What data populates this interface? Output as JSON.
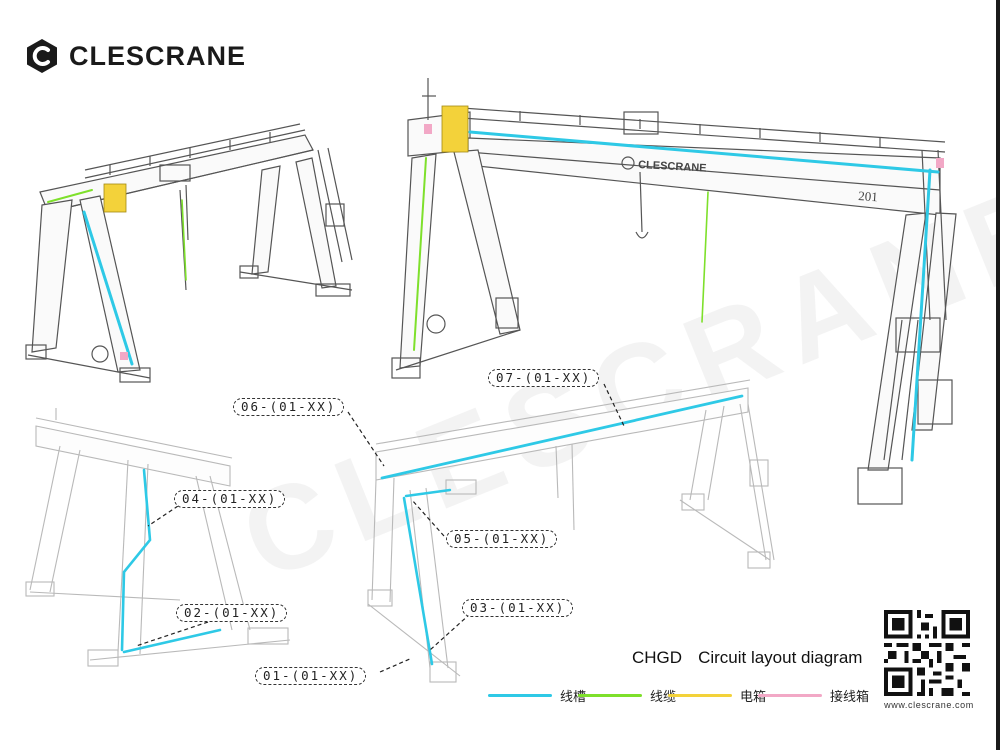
{
  "brand": {
    "name": "CLESCRANE",
    "website": "www.clescrane.com",
    "watermark": "CLESCRANE",
    "crane_nameplate": "CLESCRANE",
    "crane_number": "201"
  },
  "diagram": {
    "model": "CHGD",
    "title": "Circuit layout diagram"
  },
  "callouts": {
    "c01": "01-(01-XX)",
    "c02": "02-(01-XX)",
    "c03": "03-(01-XX)",
    "c04": "04-(01-XX)",
    "c05": "05-(01-XX)",
    "c06": "06-(01-XX)",
    "c07": "07-(01-XX)"
  },
  "legend": [
    {
      "label": "线槽",
      "color": "#2ec9e6"
    },
    {
      "label": "线缆",
      "color": "#7ee02b"
    },
    {
      "label": "电箱",
      "color": "#f3d23a"
    },
    {
      "label": "接线箱",
      "color": "#f2a8c6"
    }
  ],
  "colors": {
    "structure": "#555555",
    "faded_structure": "#b9b9b9",
    "watermark": "#eeeeee",
    "cable_tray": "#2ec9e6",
    "cable": "#7ee02b",
    "electric_box": "#f3d23a",
    "junction_box": "#f2a8c6"
  }
}
